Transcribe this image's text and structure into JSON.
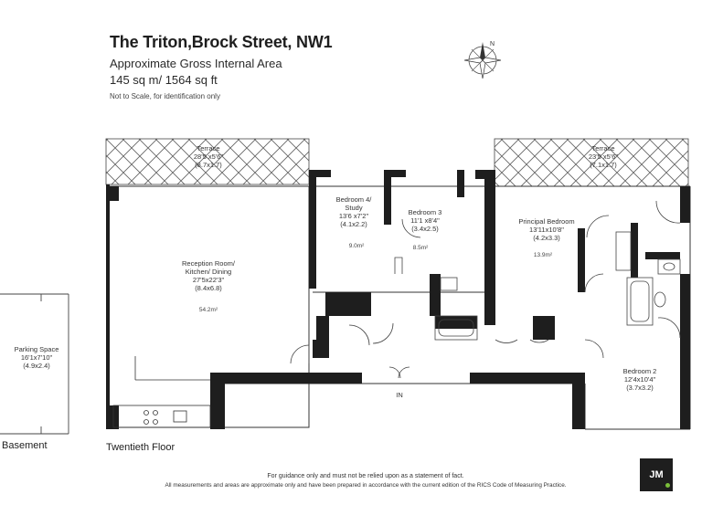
{
  "header": {
    "title": "The Triton,Brock Street, NW1",
    "subtitle": "Approximate Gross Internal Area",
    "area": "145 sq m/ 1564 sq ft",
    "note": "Not to Scale, for identification only"
  },
  "rooms": {
    "terrace_left": {
      "name": "Terrace",
      "dims": "28'5 x5'6\"",
      "metric": "(8.7x1.7)"
    },
    "reception": {
      "name": "Reception Room/ Kitchen/ Dining",
      "dims": "27'5x22'3\"",
      "metric": "(8.4x6.8)",
      "area": "54.2m²"
    },
    "bedroom4": {
      "name": "Bedroom 4/ Study",
      "dims": "13'6 x7'2\"",
      "metric": "(4.1x2.2)",
      "area": "9.0m²"
    },
    "bedroom3": {
      "name": "Bedroom 3",
      "dims": "11'1 x8'4\"",
      "metric": "(3.4x2.5)",
      "area": "8.5m²"
    },
    "terrace_right": {
      "name": "Terrace",
      "dims": "23'5 x5'6\"",
      "metric": "(7.1x1.7)"
    },
    "principal": {
      "name": "Principal Bedroom",
      "dims": "13'11x10'8\"",
      "metric": "(4.2x3.3)",
      "area": "13.9m²"
    },
    "bedroom2": {
      "name": "Bedroom 2",
      "dims": "12'4x10'4\"",
      "metric": "(3.7x3.2)"
    },
    "parking": {
      "name": "Parking Space",
      "dims": "16'1x7'10\"",
      "metric": "(4.9x2.4)"
    },
    "entrance": "IN"
  },
  "floors": {
    "basement": "Basement",
    "twentieth": "Twentieth Floor"
  },
  "footer": {
    "line1": "For guidance only and must not be relied upon as a statement of fact.",
    "line2": "All measurements and areas are approximate only and have been prepared in accordance with the current edition of the RICS Code of Measuring Practice."
  },
  "logo": {
    "text": "JM"
  },
  "icons": {
    "compass": "compass-rose-icon"
  },
  "colors": {
    "wall": "#1e1e1e",
    "hatch": "#555555",
    "line": "#444444"
  }
}
